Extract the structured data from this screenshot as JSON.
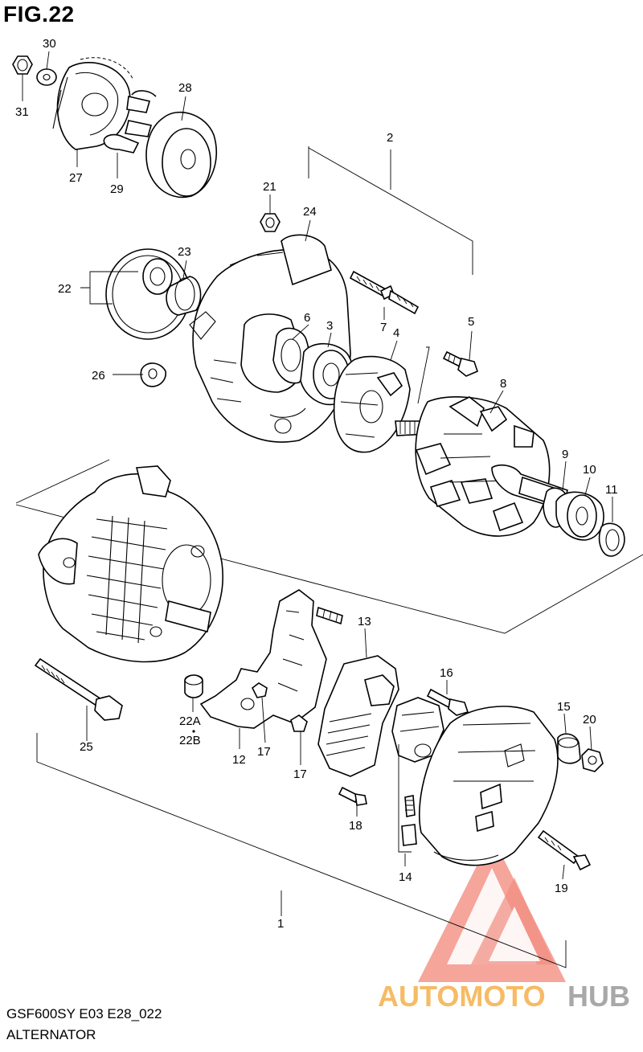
{
  "figure": {
    "title": "FIG.22",
    "code": "GSF600SY E03 E28_022",
    "name": "ALTERNATOR"
  },
  "callouts": [
    {
      "id": "c30",
      "label": "30"
    },
    {
      "id": "c31",
      "label": "31"
    },
    {
      "id": "c28",
      "label": "28"
    },
    {
      "id": "c27",
      "label": "27"
    },
    {
      "id": "c29",
      "label": "29"
    },
    {
      "id": "c2",
      "label": "2"
    },
    {
      "id": "c21",
      "label": "21"
    },
    {
      "id": "c24",
      "label": "24"
    },
    {
      "id": "c23",
      "label": "23"
    },
    {
      "id": "c22",
      "label": "22"
    },
    {
      "id": "c6",
      "label": "6"
    },
    {
      "id": "c3",
      "label": "3"
    },
    {
      "id": "c7",
      "label": "7"
    },
    {
      "id": "c5",
      "label": "5"
    },
    {
      "id": "c4",
      "label": "4"
    },
    {
      "id": "c26",
      "label": "26"
    },
    {
      "id": "c8",
      "label": "8"
    },
    {
      "id": "c9",
      "label": "9"
    },
    {
      "id": "c10",
      "label": "10"
    },
    {
      "id": "c11",
      "label": "11"
    },
    {
      "id": "c13",
      "label": "13"
    },
    {
      "id": "c16",
      "label": "16"
    },
    {
      "id": "c15",
      "label": "15"
    },
    {
      "id": "c20",
      "label": "20"
    },
    {
      "id": "c22a",
      "label": "22A"
    },
    {
      "id": "c22b",
      "label": "22B"
    },
    {
      "id": "c25",
      "label": "25"
    },
    {
      "id": "c12",
      "label": "12"
    },
    {
      "id": "c17a",
      "label": "17"
    },
    {
      "id": "c17b",
      "label": "17"
    },
    {
      "id": "c18",
      "label": "18"
    },
    {
      "id": "c14",
      "label": "14"
    },
    {
      "id": "c19",
      "label": "19"
    },
    {
      "id": "c1",
      "label": "1"
    }
  ],
  "watermark": {
    "brand_part1": "AUTOMOTO",
    "brand_part2": "HUB",
    "color_primary": "#f07a6a",
    "color_secondary": "#f5b04a",
    "color_tertiary": "#9a9a9a"
  }
}
